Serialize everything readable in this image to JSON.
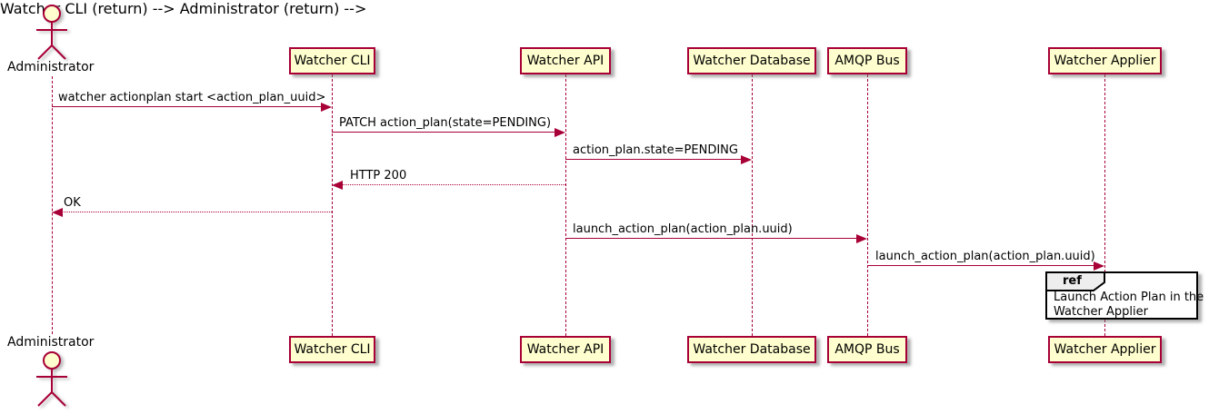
{
  "diagram_type": "sequence",
  "colors": {
    "accent": "#A80036",
    "participant_fill": "#FEFECE",
    "ref_header_fill": "#EEEEEE",
    "ref_border": "#000000",
    "background": "#FFFFFF"
  },
  "actor": {
    "name": "Administrator"
  },
  "participants": [
    {
      "name": "Watcher CLI"
    },
    {
      "name": "Watcher API"
    },
    {
      "name": "Watcher Database"
    },
    {
      "name": "AMQP Bus"
    },
    {
      "name": "Watcher Applier"
    }
  ],
  "messages": [
    {
      "from": "Administrator",
      "to": "Watcher CLI",
      "text": "watcher actionplan start <action_plan_uuid>",
      "style": "solid"
    },
    {
      "from": "Watcher CLI",
      "to": "Watcher API",
      "text": "PATCH action_plan(state=PENDING)",
      "style": "solid"
    },
    {
      "from": "Watcher API",
      "to": "Watcher Database",
      "text": "action_plan.state=PENDING",
      "style": "solid"
    },
    {
      "from": "Watcher API",
      "to": "Watcher CLI",
      "text": "HTTP 200",
      "style": "dashed"
    },
    {
      "from": "Watcher CLI",
      "to": "Administrator",
      "text": "OK",
      "style": "dashed"
    },
    {
      "from": "Watcher API",
      "to": "AMQP Bus",
      "text": "launch_action_plan(action_plan.uuid)",
      "style": "solid"
    },
    {
      "from": "AMQP Bus",
      "to": "Watcher Applier",
      "text": "launch_action_plan(action_plan.uuid)",
      "style": "solid"
    }
  ],
  "ref": {
    "keyword": "ref",
    "line1": "Launch Action Plan in the",
    "line2": "Watcher Applier",
    "over": "Watcher Applier"
  }
}
